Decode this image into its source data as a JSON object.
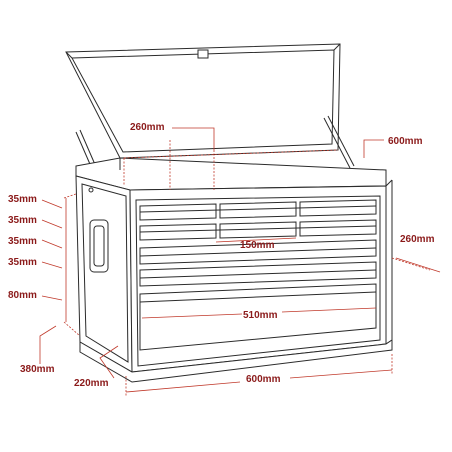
{
  "colors": {
    "dimension": "#8b1a1a",
    "dimension_line": "#c0392b",
    "line_art": "#2b2b2b",
    "background": "#ffffff"
  },
  "labels": {
    "lid_width": "260mm",
    "depth": "600mm",
    "side_depth": "260mm",
    "drawer_width": "150mm",
    "inner_width": "510mm",
    "total_width": "600mm",
    "base_depth": "220mm",
    "height_total": "380mm",
    "drawer_heights": [
      "35mm",
      "35mm",
      "35mm",
      "35mm",
      "80mm"
    ]
  }
}
